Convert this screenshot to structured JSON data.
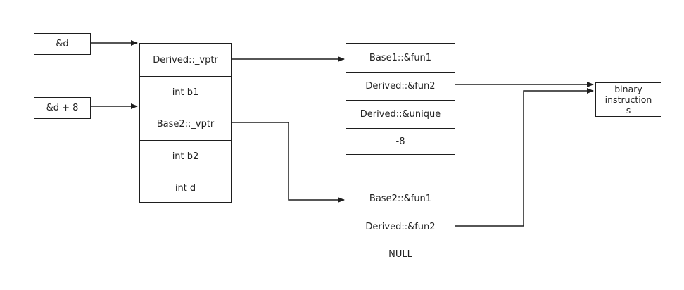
{
  "pointers": {
    "addr_d": "&d",
    "addr_d_plus_8": "&d + 8"
  },
  "object_layout": {
    "cells": [
      "Derived::_vptr",
      "int b1",
      "Base2::_vptr",
      "int b2",
      "int d"
    ]
  },
  "vtable1": {
    "cells": [
      "Base1::&fun1",
      "Derived::&fun2",
      "Derived::&unique",
      "-8"
    ]
  },
  "vtable2": {
    "cells": [
      "Base2::&fun1",
      "Derived::&fun2",
      "NULL"
    ]
  },
  "target": {
    "line1": "binary",
    "line2": "instruction",
    "line3": "s"
  },
  "colors": {
    "line": "#1e1e1e",
    "background": "#ffffff"
  }
}
